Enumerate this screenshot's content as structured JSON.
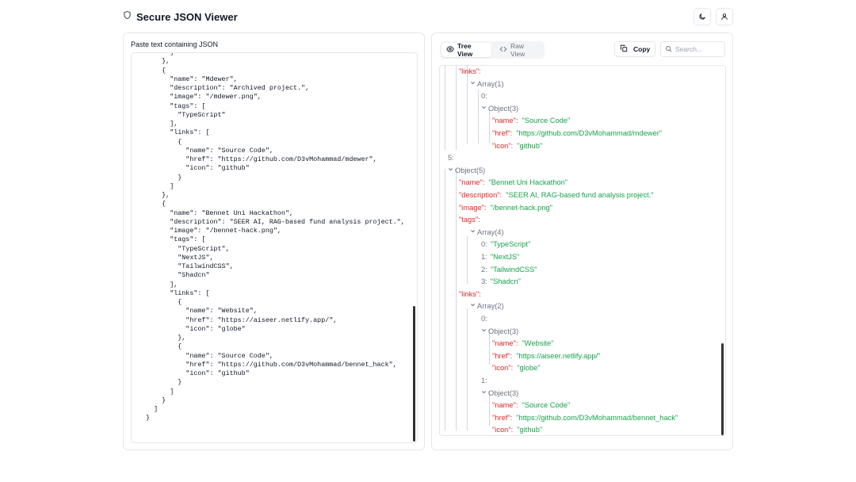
{
  "app": {
    "title": "Secure JSON Viewer"
  },
  "header": {
    "theme_icon": "moon-icon",
    "user_icon": "user-icon",
    "brand_icon": "shield-icon"
  },
  "input_panel": {
    "label": "Paste text containing JSON",
    "lines": [
      "        ]",
      "      },",
      "      {",
      "        \"name\": \"Mdewer\",",
      "        \"description\": \"Archived project.\",",
      "        \"image\": \"/mdewer.png\",",
      "        \"tags\": [",
      "          \"TypeScript\"",
      "        ],",
      "        \"links\": [",
      "          {",
      "            \"name\": \"Source Code\",",
      "            \"href\": \"https://github.com/D3vMohammad/mdewer\",",
      "            \"icon\": \"github\"",
      "          }",
      "        ]",
      "      },",
      "      {",
      "        \"name\": \"Bennet Uni Hackathon\",",
      "        \"description\": \"SEER AI, RAG-based fund analysis project.\",",
      "        \"image\": \"/bennet-hack.png\",",
      "        \"tags\": [",
      "          \"TypeScript\",",
      "          \"NextJS\",",
      "          \"TailwindCSS\",",
      "          \"Shadcn\"",
      "        ],",
      "        \"links\": [",
      "          {",
      "            \"name\": \"Website\",",
      "            \"href\": \"https://aiseer.netlify.app/\",",
      "            \"icon\": \"globe\"",
      "          },",
      "          {",
      "            \"name\": \"Source Code\",",
      "            \"href\": \"https://github.com/D3vMohammad/bennet_hack\",",
      "            \"icon\": \"github\"",
      "          }",
      "        ]",
      "      }",
      "    ]",
      "  }"
    ]
  },
  "viewer": {
    "tabs": [
      {
        "label": "Tree View",
        "icon": "eye-icon",
        "active": true
      },
      {
        "label": "Raw View",
        "icon": "code-icon",
        "active": false
      }
    ],
    "copy_label": "Copy",
    "search_placeholder": "Search...",
    "tree_rows": [
      {
        "indent": 2,
        "kind": "key",
        "key": "\"links\":"
      },
      {
        "indent": 3,
        "kind": "node",
        "type": "Array(1)"
      },
      {
        "indent": 4,
        "kind": "index",
        "key": "0:"
      },
      {
        "indent": 4,
        "kind": "node",
        "type": "Object(3)"
      },
      {
        "indent": 5,
        "kind": "pair",
        "key": "\"name\":",
        "value": "\"Source Code\""
      },
      {
        "indent": 5,
        "kind": "pair",
        "key": "\"href\":",
        "value": "\"https://github.com/D3vMohammad/mdewer\""
      },
      {
        "indent": 5,
        "kind": "pair",
        "key": "\"icon\":",
        "value": "\"github\""
      },
      {
        "indent": 1,
        "kind": "index",
        "key": "5:"
      },
      {
        "indent": 1,
        "kind": "node",
        "type": "Object(5)"
      },
      {
        "indent": 2,
        "kind": "pair",
        "key": "\"name\":",
        "value": "\"Bennet Uni Hackathon\""
      },
      {
        "indent": 2,
        "kind": "pair",
        "key": "\"description\":",
        "value": "\"SEER AI, RAG-based fund analysis project.\""
      },
      {
        "indent": 2,
        "kind": "pair",
        "key": "\"image\":",
        "value": "\"/bennet-hack.png\""
      },
      {
        "indent": 2,
        "kind": "key",
        "key": "\"tags\":"
      },
      {
        "indent": 3,
        "kind": "node",
        "type": "Array(4)"
      },
      {
        "indent": 4,
        "kind": "item",
        "key": "0:",
        "value": "\"TypeScript\""
      },
      {
        "indent": 4,
        "kind": "item",
        "key": "1:",
        "value": "\"NextJS\""
      },
      {
        "indent": 4,
        "kind": "item",
        "key": "2:",
        "value": "\"TailwindCSS\""
      },
      {
        "indent": 4,
        "kind": "item",
        "key": "3:",
        "value": "\"Shadcn\""
      },
      {
        "indent": 2,
        "kind": "key",
        "key": "\"links\":"
      },
      {
        "indent": 3,
        "kind": "node",
        "type": "Array(2)"
      },
      {
        "indent": 4,
        "kind": "index",
        "key": "0:"
      },
      {
        "indent": 4,
        "kind": "node",
        "type": "Object(3)"
      },
      {
        "indent": 5,
        "kind": "pair",
        "key": "\"name\":",
        "value": "\"Website\""
      },
      {
        "indent": 5,
        "kind": "pair",
        "key": "\"href\":",
        "value": "\"https://aiseer.netlify.app/\""
      },
      {
        "indent": 5,
        "kind": "pair",
        "key": "\"icon\":",
        "value": "\"globe\""
      },
      {
        "indent": 4,
        "kind": "index",
        "key": "1:"
      },
      {
        "indent": 4,
        "kind": "node",
        "type": "Object(3)"
      },
      {
        "indent": 5,
        "kind": "pair",
        "key": "\"name\":",
        "value": "\"Source Code\""
      },
      {
        "indent": 5,
        "kind": "pair",
        "key": "\"href\":",
        "value": "\"https://github.com/D3vMohammad/bennet_hack\""
      },
      {
        "indent": 5,
        "kind": "pair",
        "key": "\"icon\":",
        "value": "\"github\""
      }
    ]
  },
  "colors": {
    "key": "#dc2626",
    "string": "#16a34a",
    "muted": "#6b7280",
    "border": "#e5e7eb"
  }
}
